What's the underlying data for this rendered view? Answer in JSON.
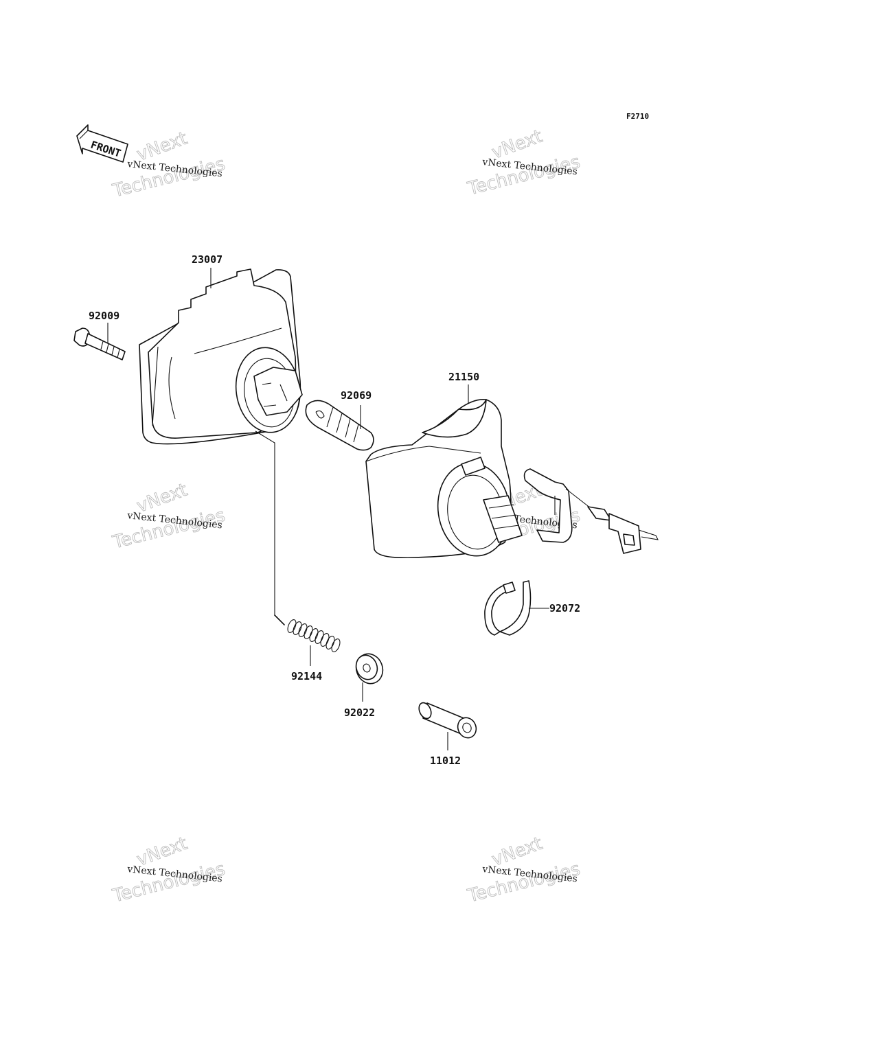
{
  "figure_code": "F2710",
  "front_arrow_label": "FRONT",
  "watermark": {
    "line1": "vNext Technologies",
    "line2": "vNext",
    "line3": "Technologies"
  },
  "parts": [
    {
      "number": "23007",
      "name": "housing"
    },
    {
      "number": "92009",
      "name": "bolt"
    },
    {
      "number": "92069",
      "name": "bulb"
    },
    {
      "number": "21150",
      "name": "socket-cover"
    },
    {
      "number": "92072",
      "name": "clamp"
    },
    {
      "number": "92144",
      "name": "spring"
    },
    {
      "number": "92022",
      "name": "washer"
    },
    {
      "number": "11012",
      "name": "collar"
    }
  ]
}
